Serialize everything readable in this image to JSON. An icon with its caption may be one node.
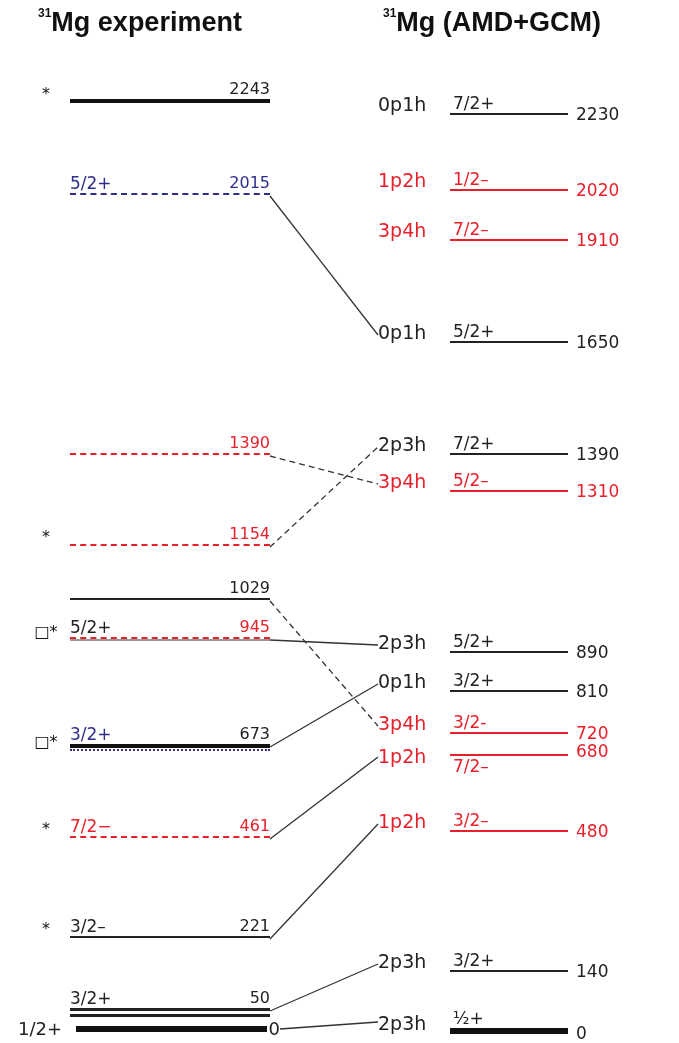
{
  "diagram": {
    "nodes": [
      {
        "text": [
          "2243"
        ],
        "beside": [
          "*"
        ]
      },
      {
        "text": [
          "5/2+",
          "2015"
        ]
      },
      {
        "text": [
          "1390"
        ]
      },
      {
        "text": [
          "1154"
        ],
        "beside": [
          "*"
        ]
      },
      {
        "text": [
          "1029"
        ]
      },
      {
        "text": [
          "5/2+",
          "945"
        ],
        "beside": [
          "□*"
        ]
      },
      {
        "text": [
          "3/2+",
          "673"
        ],
        "beside": [
          "□*"
        ]
      },
      {
        "text": [
          "7/2−",
          "461"
        ],
        "beside": [
          "*"
        ]
      },
      {
        "text": [
          "3/2–",
          "221"
        ],
        "beside": [
          "*"
        ]
      },
      {
        "text": [
          "3/2+",
          "50"
        ]
      },
      {
        "text": [
          "1/2+",
          "0"
        ]
      },
      {
        "text": [
          "0p1h",
          "7/2+",
          "2230"
        ]
      },
      {
        "text": [
          "1p2h",
          "1/2–",
          "2020"
        ]
      },
      {
        "text": [
          "3p4h",
          "7/2–",
          "1910"
        ]
      },
      {
        "text": [
          "0p1h",
          "5/2+",
          "1650"
        ]
      },
      {
        "text": [
          "2p3h",
          "7/2+",
          "1390"
        ]
      },
      {
        "text": [
          "3p4h",
          "5/2–",
          "1310"
        ]
      },
      {
        "text": [
          "2p3h",
          "5/2+",
          "890"
        ]
      },
      {
        "text": [
          "0p1h",
          "3/2+",
          "810"
        ]
      },
      {
        "text": [
          "3p4h",
          "3/2-",
          "720"
        ]
      },
      {
        "text": [
          "1p2h",
          "7/2–",
          "680"
        ]
      },
      {
        "text": [
          "1p2h",
          "3/2–",
          "480"
        ]
      },
      {
        "text": [
          "2p3h",
          "3/2+",
          "140"
        ]
      },
      {
        "text": [
          "2p3h",
          "½+",
          "0"
        ]
      }
    ],
    "edges": [
      {
        "from": 1,
        "to": 14,
        "arrow": "none"
      },
      {
        "from": 2,
        "to": 16,
        "arrow": "none",
        "style": "dashed"
      },
      {
        "from": 3,
        "to": 15,
        "arrow": "none",
        "style": "dashed"
      },
      {
        "from": 4,
        "to": 19,
        "arrow": "none",
        "style": "dashed"
      },
      {
        "from": 5,
        "to": 17,
        "arrow": "none"
      },
      {
        "from": 6,
        "to": 18,
        "arrow": "none"
      },
      {
        "from": 7,
        "to": 20,
        "arrow": "none"
      },
      {
        "from": 8,
        "to": 21,
        "arrow": "none"
      },
      {
        "from": 9,
        "to": 22,
        "arrow": "none"
      },
      {
        "from": 10,
        "to": 23,
        "arrow": "none"
      }
    ],
    "labels": [
      "$^{31}$Mg experiment",
      "$^{31}$Mg (AMD+GCM)"
    ]
  }
}
